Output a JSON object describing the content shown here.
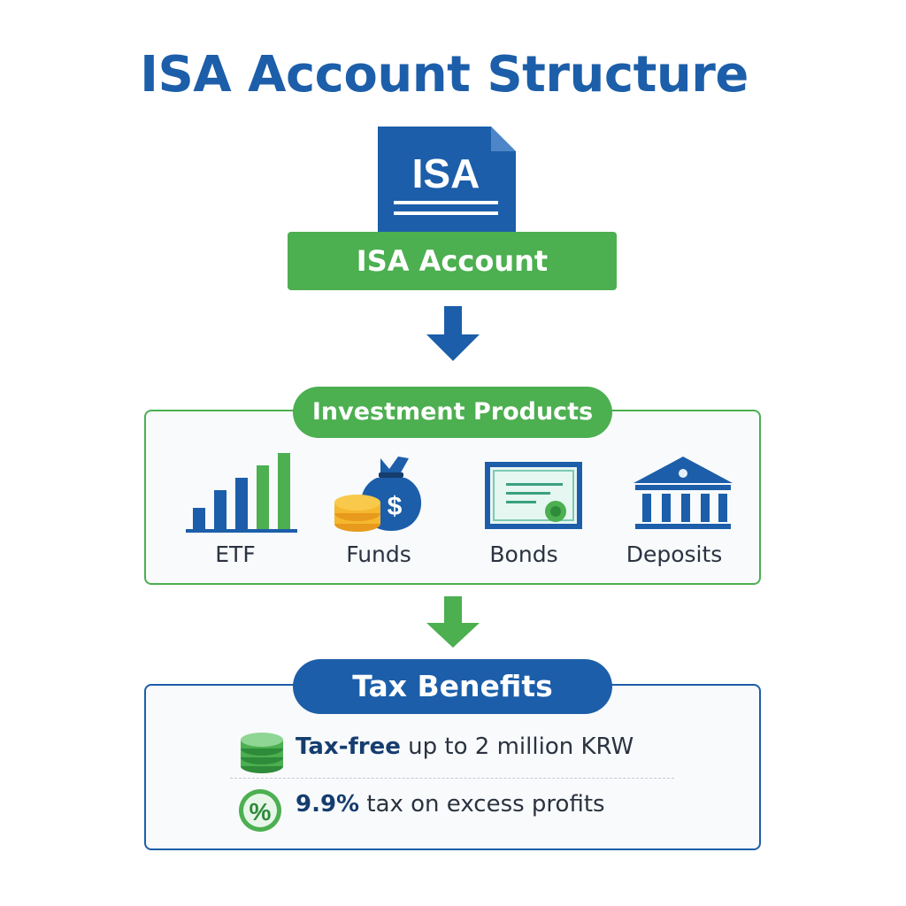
{
  "title": "ISA Account Structure",
  "doc_icon": {
    "label": "ISA",
    "icon": "document-icon"
  },
  "account_label": "ISA Account",
  "products": {
    "heading": "Investment Products",
    "items": [
      {
        "label": "ETF",
        "icon": "bar-chart-icon"
      },
      {
        "label": "Funds",
        "icon": "money-bag-icon"
      },
      {
        "label": "Bonds",
        "icon": "certificate-icon"
      },
      {
        "label": "Deposits",
        "icon": "bank-icon"
      }
    ]
  },
  "tax": {
    "heading": "Tax Benefits",
    "benefits": [
      {
        "highlight": "Tax-free",
        "text": " up to 2 million KRW",
        "icon": "coin-stack-icon"
      },
      {
        "highlight": "9.9%",
        "text": " tax on excess profits",
        "icon": "percent-icon"
      }
    ]
  },
  "colors": {
    "blue": "#1c5ea9",
    "green": "#4caf50",
    "gold": "#f5b82e"
  }
}
